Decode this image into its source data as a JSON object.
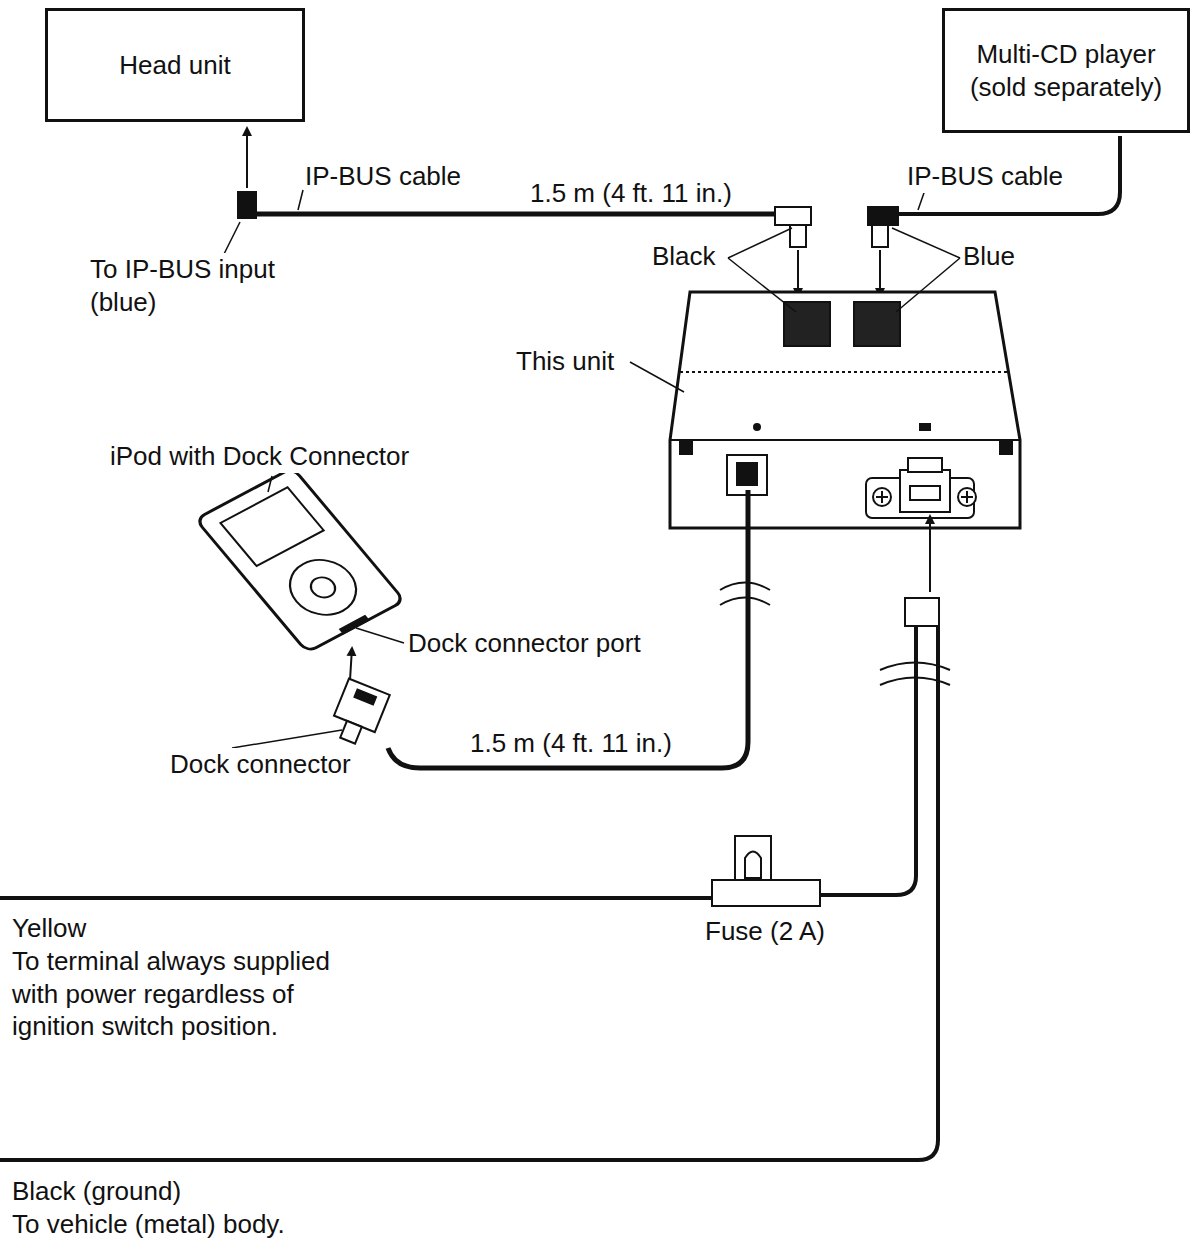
{
  "diagram": {
    "nodes": [
      {
        "text": [
          "Head unit"
        ]
      },
      {
        "text": [
          "Multi-CD player (sold separately)"
        ]
      }
    ],
    "labels": [
      "IP-BUS cable",
      "1.5 m (4 ft. 11 in.)",
      "IP-BUS cable",
      "Black",
      "Blue",
      "To IP-BUS input (blue)",
      "This unit",
      "iPod with Dock Connector",
      "Dock connector port",
      "Dock connector",
      "1.5 m (4 ft. 11 in.)",
      "Fuse (2 A)",
      "Yellow",
      "To terminal always supplied with power regardless of ignition switch position.",
      "Black (ground)",
      "To vehicle (metal) body."
    ]
  }
}
